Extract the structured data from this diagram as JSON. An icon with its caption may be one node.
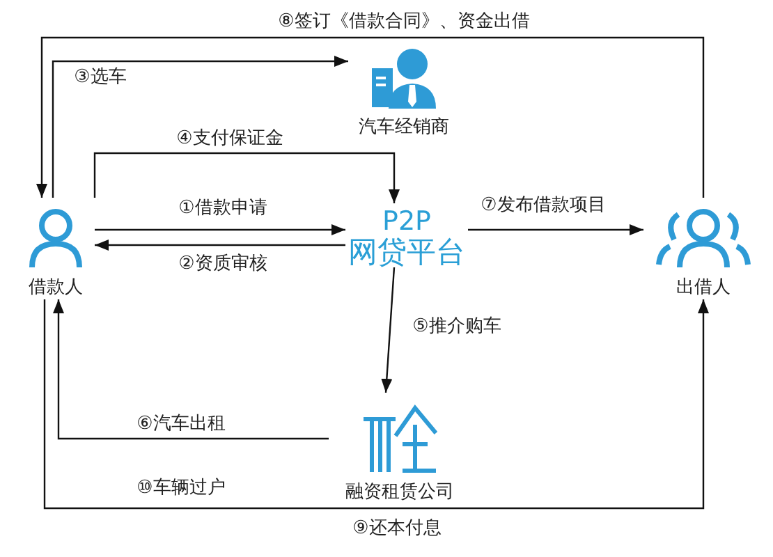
{
  "diagram": {
    "nodes": [
      {
        "text": [
          "借款人"
        ]
      },
      {
        "text": [
          "汽车经销商"
        ]
      },
      {
        "text": [
          "P2P",
          "网贷平台"
        ]
      },
      {
        "text": [
          "出借人"
        ]
      },
      {
        "text": [
          "融资租赁公司"
        ]
      }
    ],
    "edges": [
      {
        "from": 0,
        "to": 2,
        "arrow": "to",
        "label": "①借款申请"
      },
      {
        "from": 2,
        "to": 0,
        "arrow": "to",
        "label": "②资质审核"
      },
      {
        "from": 0,
        "to": 1,
        "arrow": "to",
        "label": "③选车"
      },
      {
        "from": 0,
        "to": 2,
        "arrow": "to",
        "label": "④支付保证金"
      },
      {
        "from": 2,
        "to": 3,
        "arrow": "to",
        "label": "⑦发布借款项目"
      },
      {
        "from": 2,
        "to": 4,
        "arrow": "to",
        "label": "⑤推介购车"
      },
      {
        "from": 4,
        "to": 0,
        "arrow": "to",
        "label": "⑥汽车出租"
      },
      {
        "from": 3,
        "to": 0,
        "arrow": "to",
        "label": "⑧签订《借款合同》、资金出借"
      },
      {
        "from": 0,
        "to": 3,
        "arrow": "to",
        "label": "⑨还本付息"
      }
    ],
    "labels": [
      "⑩车辆过户"
    ]
  }
}
